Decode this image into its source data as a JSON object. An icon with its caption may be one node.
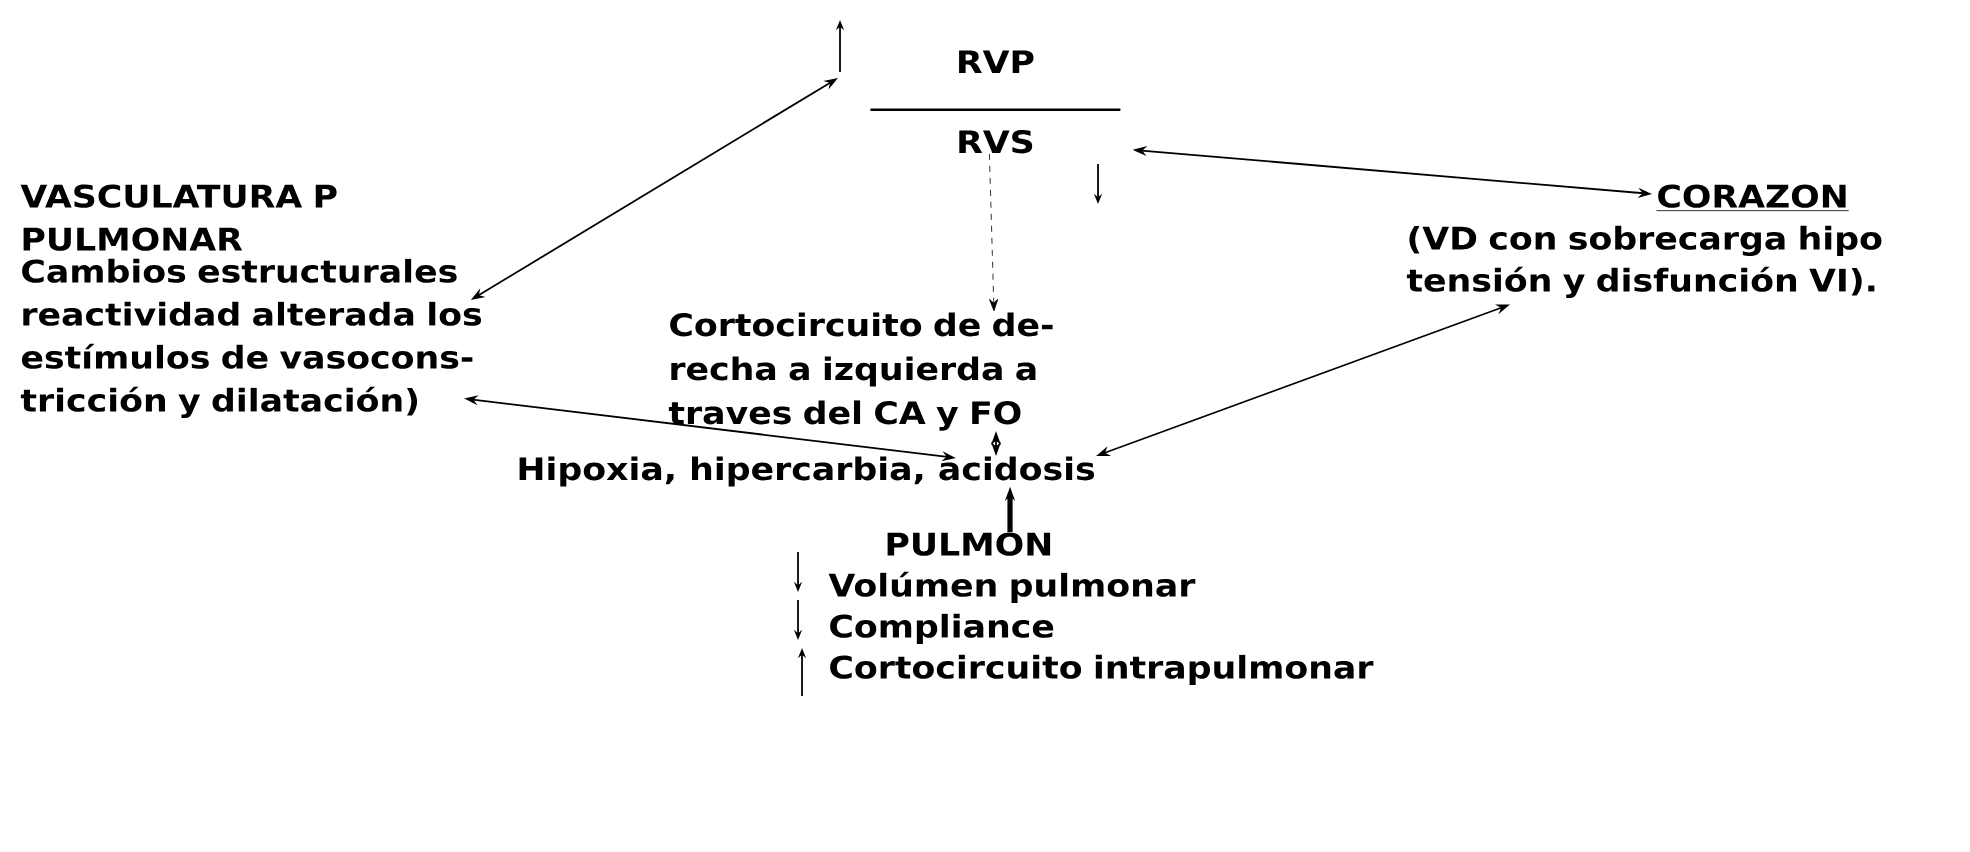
{
  "diagram": {
    "nodes": [
      {
        "text": [
          "RVP",
          "RVS"
        ]
      },
      {
        "text": [
          "VASCULATURA P PULMONAR",
          "Cambios estructurales reactividad alterada los estímulos de vasocons- tricción y dilatación)"
        ]
      },
      {
        "text": [
          "CORAZON",
          "(VD con sobrecarga hipo tensión y disfunción VI)."
        ]
      },
      {
        "text": [
          "Cortocircuito de de- recha a izquierda a traves del CA y FO"
        ]
      },
      {
        "text": [
          "Hipoxia, hipercarbia, acidosis"
        ]
      },
      {
        "text": [
          "PULMON",
          "Volúmen pulmonar",
          "Compliance",
          "Cortocircuito intrapulmonar"
        ]
      }
    ],
    "edges": [
      {
        "from": 1,
        "to": 0,
        "arrow": "both"
      },
      {
        "from": 0,
        "to": 2,
        "arrow": "both"
      },
      {
        "from": 0,
        "to": 3,
        "arrow": "to",
        "style": "dashed"
      },
      {
        "from": 1,
        "to": 4,
        "arrow": "both"
      },
      {
        "from": 3,
        "to": 4,
        "arrow": "both"
      },
      {
        "from": 2,
        "to": 4,
        "arrow": "both"
      },
      {
        "from": 5,
        "to": 4,
        "arrow": "to",
        "style": "thick"
      }
    ]
  }
}
